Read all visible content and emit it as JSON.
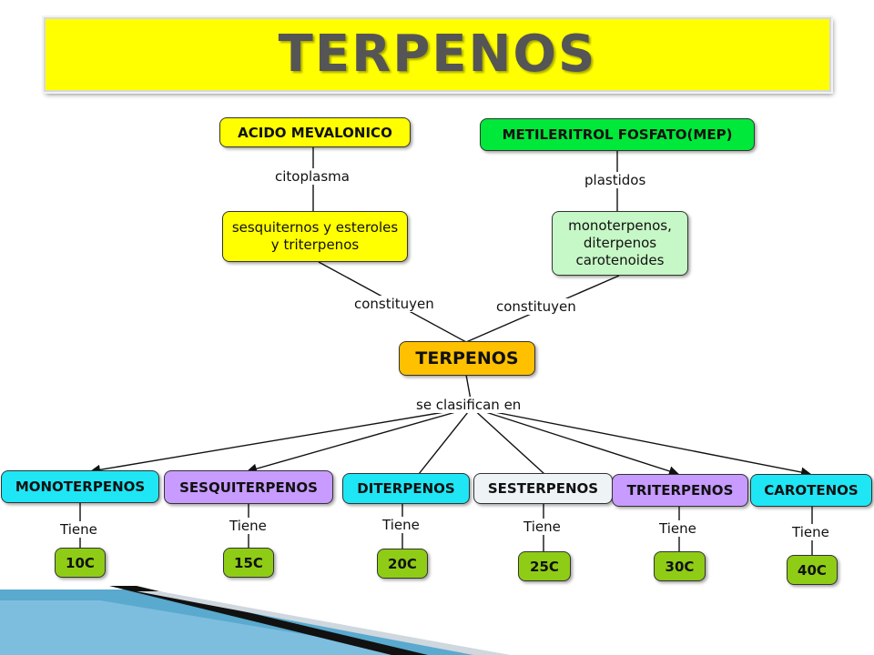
{
  "title": "TERPENOS",
  "nodes": {
    "acido": "ACIDO MEVALONICO",
    "mep": "METILERITROL FOSFATO(MEP)",
    "sesq_ester": "sesquiternos y esteroles y triterpenos",
    "mono_di": "monoterpenos, diterpenos carotenoides",
    "terpenos": "TERPENOS",
    "monoterpenos": "MONOTERPENOS",
    "sesquiterpenos": "SESQUITERPENOS",
    "diterpenos": "DITERPENOS",
    "sesterpenos": "SESTERPENOS",
    "triterpenos": "TRITERPENOS",
    "carotenos": "CAROTENOS",
    "c10": "10C",
    "c15": "15C",
    "c20": "20C",
    "c25": "25C",
    "c30": "30C",
    "c40": "40C"
  },
  "links": {
    "citoplasma": "citoplasma",
    "plastidos": "plastidos",
    "constituyen_left": "constituyen",
    "constituyen_right": "constituyen",
    "se_clasifican": "se clasifican en",
    "tiene_1": "Tiene",
    "tiene_2": "Tiene",
    "tiene_3": "Tiene",
    "tiene_4": "Tiene",
    "tiene_5": "Tiene",
    "tiene_6": "Tiene"
  },
  "colors": {
    "yellow": "#ffff00",
    "green": "#00e83a",
    "light_green": "#c6f7c6",
    "orange": "#ffc000",
    "cyan": "#1ee6f5",
    "purple": "#c79bff",
    "olive": "#8fcc16"
  }
}
